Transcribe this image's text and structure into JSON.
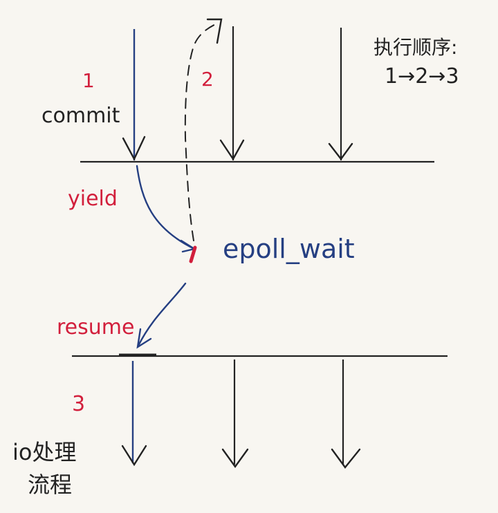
{
  "colors": {
    "background": "#f8f6f1",
    "ink_black": "#222222",
    "ink_blue": "#253f82",
    "ink_red": "#d21f3c"
  },
  "labels": {
    "step1_number": "1",
    "commit": "commit",
    "step2_number": "2",
    "order_title": "执行顺序:",
    "order_sequence": "1→2→3",
    "yield": "yield",
    "epoll_wait": "epoll_wait",
    "resume": "resume",
    "step3_number": "3",
    "io_processing_line1": "io处理",
    "io_processing_line2": "流程"
  }
}
